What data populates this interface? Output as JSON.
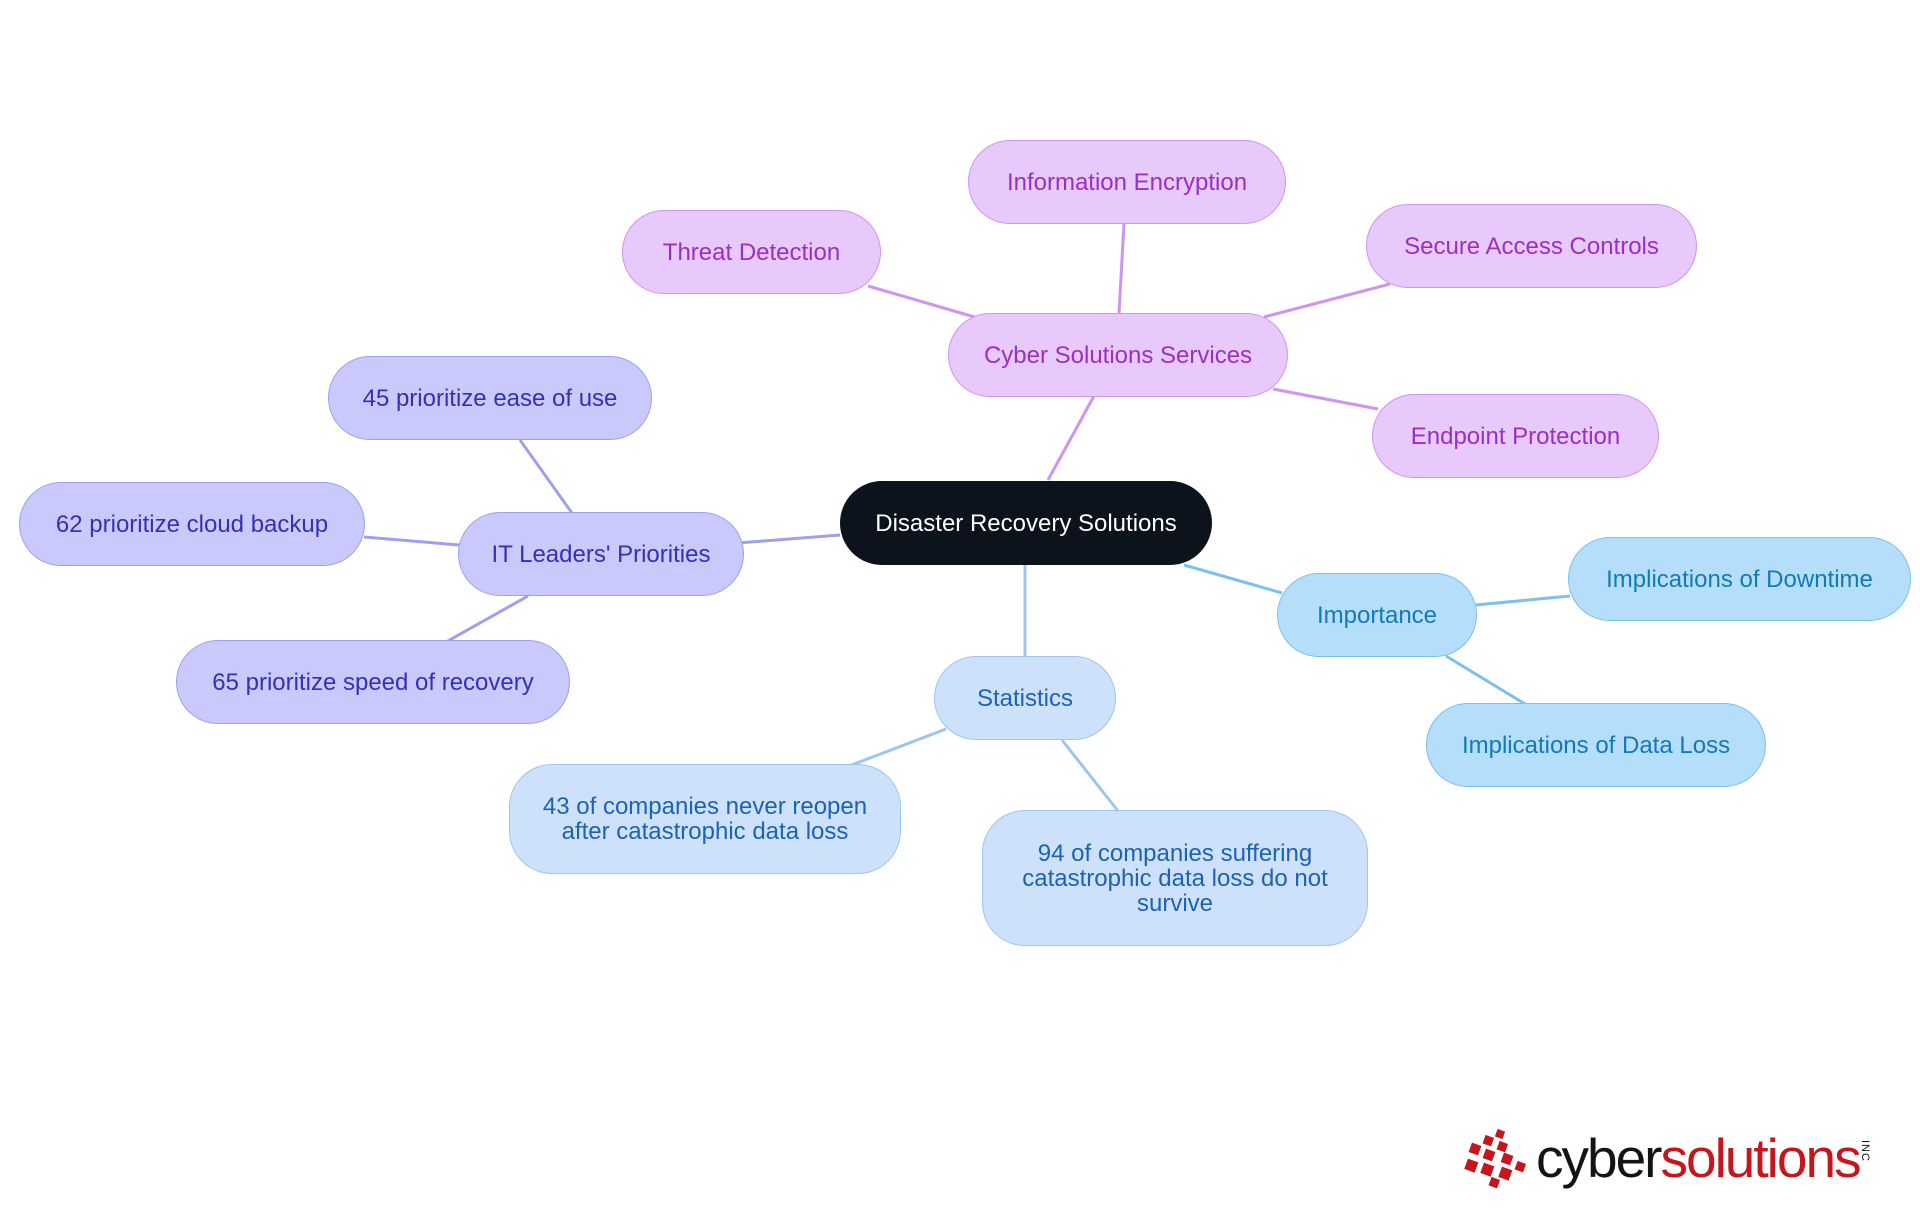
{
  "root": {
    "label": "Disaster Recovery Solutions"
  },
  "branches": {
    "cyber_solutions_services": {
      "label": "Cyber Solutions Services",
      "children": [
        "Threat Detection",
        "Information Encryption",
        "Secure Access Controls",
        "Endpoint Protection"
      ]
    },
    "it_leaders_priorities": {
      "label": "IT Leaders' Priorities",
      "children": [
        "45 prioritize ease of use",
        "62 prioritize cloud backup",
        "65 prioritize speed of recovery"
      ]
    },
    "statistics": {
      "label": "Statistics",
      "children": [
        "43 of companies never reopen after catastrophic data loss",
        "94 of companies suffering catastrophic data loss do not survive"
      ]
    },
    "importance": {
      "label": "Importance",
      "children": [
        "Implications of Downtime",
        "Implications of Data Loss"
      ]
    }
  },
  "logo": {
    "part1": "cyber",
    "part2": "solutions",
    "suffix": "INC"
  },
  "colors": {
    "root": "#0c131d",
    "purple": "#cf94ef",
    "indigo": "#9f9ff0",
    "blue": "#9fc4f0",
    "cyan": "#7cc0ee",
    "brand_red": "#c4161c"
  }
}
